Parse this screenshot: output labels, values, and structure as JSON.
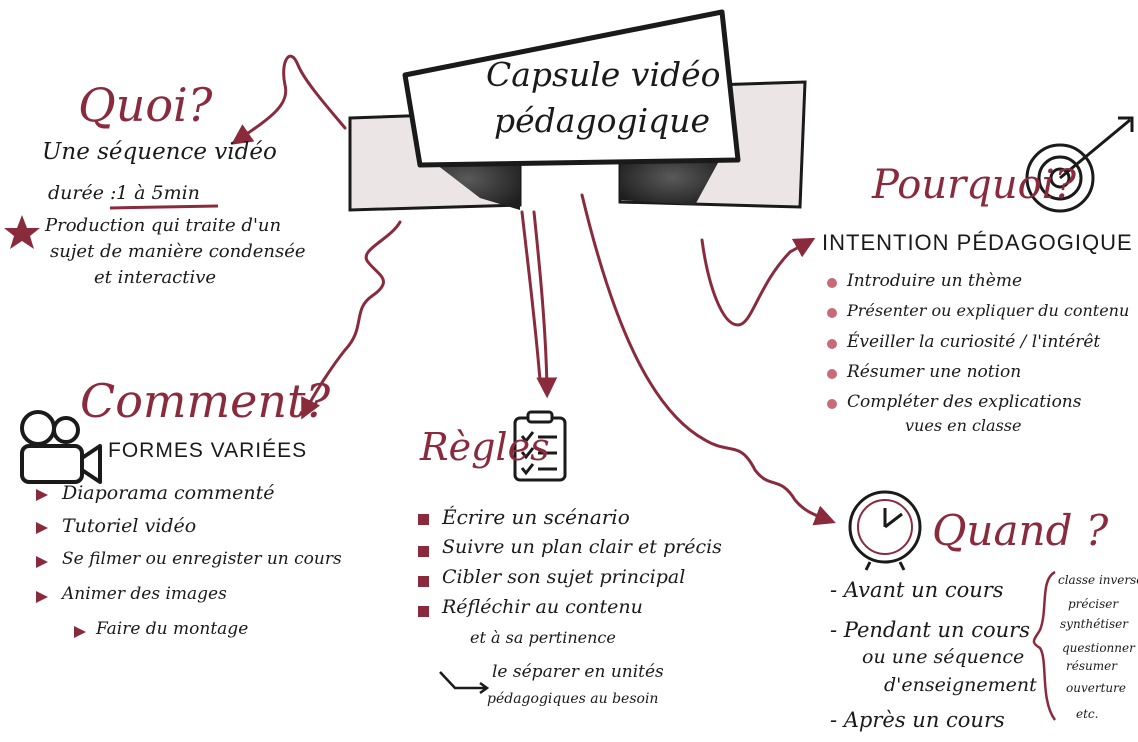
{
  "banner": {
    "line1": "Capsule vidéo",
    "line2": "pédagogique"
  },
  "quoi": {
    "heading": "Quoi?",
    "line1": "Une séquence vidéo",
    "duree_label": "durée :",
    "duree_value": "1 à 5min",
    "production_lines": [
      "Production qui traite d'un",
      "sujet de manière condensée",
      "et interactive"
    ]
  },
  "pourquoi": {
    "heading": "Pourquoi?",
    "subheading": "INTENTION PÉDAGOGIQUE",
    "items": [
      "Introduire un thème",
      "Présenter ou expliquer du contenu",
      "Éveiller la curiosité / l'intérêt",
      "Résumer une notion",
      "Compléter des explications"
    ],
    "last_item_cont": "vues en classe"
  },
  "comment": {
    "heading": "Comment?",
    "subheading": "FORMES VARIÉES",
    "items": [
      "Diaporama commenté",
      "Tutoriel vidéo",
      "Se filmer ou enregister un cours",
      "Animer des images"
    ],
    "subitem": "Faire du montage"
  },
  "regles": {
    "heading": "Règles",
    "items": [
      "Écrire un scénario",
      "Suivre un plan clair et précis",
      "Cibler son sujet principal",
      "Réfléchir au contenu"
    ],
    "item4_cont": "et à sa pertinence",
    "arrow_line1": "le séparer en unités",
    "arrow_line2": "pédagogiques au besoin"
  },
  "quand": {
    "heading": "Quand ?",
    "items": [
      "- Avant un cours",
      "- Pendant un cours",
      "- Après un cours"
    ],
    "item2_line2": "ou une séquence",
    "item2_line3": "d'enseignement",
    "side_notes": [
      "classe inversée",
      "préciser",
      "synthétiser",
      "questionner",
      "résumer",
      "ouverture",
      "etc."
    ]
  },
  "colors": {
    "accent": "#8a2b3d",
    "ink": "#1a1a1a",
    "banner_shadow": "#3a3a3a",
    "banner_tail": "#ece5e5"
  },
  "icons": [
    "ribbon-arrow",
    "target-icon",
    "video-camera-icon",
    "checklist-icon",
    "clock-icon",
    "star-icon",
    "bullet-triangle-icon",
    "bullet-dot-icon",
    "bullet-square-icon"
  ]
}
